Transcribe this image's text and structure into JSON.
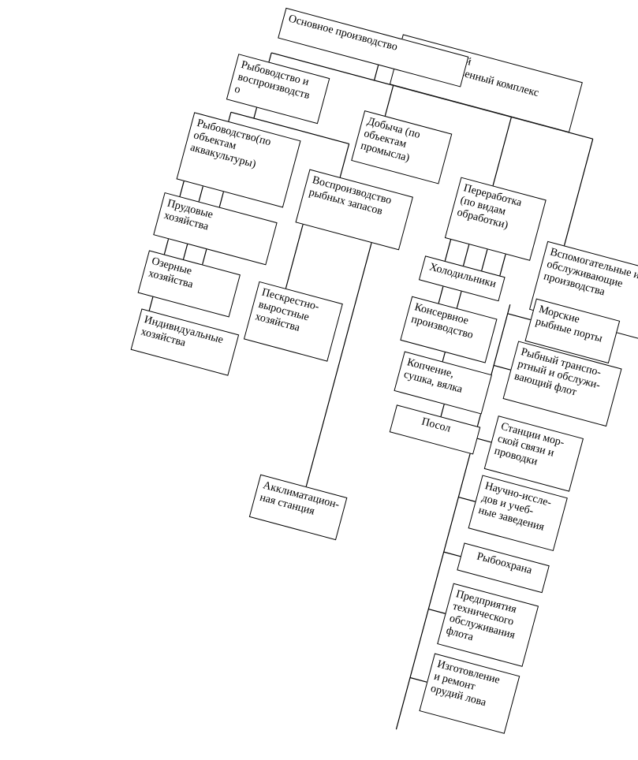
{
  "boxes": {
    "regional": "Региональный\nрыбохозяйственный комплекс",
    "main": "Основное производство",
    "fishbreeding": "Рыбоводство и\nвоспроизводств\nо",
    "catch": "Добыча (по\nобъектам\nпромысла)",
    "processing": "Переработка\n(по видам\nобработки)",
    "aux": "Вспомогательные и\nобслуживающие\nпроизводства",
    "aquaculture": "Рыбоводство(по\nобъектам\nаквакультуры)",
    "reproduction": "Воспроизводство\nрыбных запасов",
    "pond": "Прудовые\nхозяйства",
    "lake": "Озерные\nхозяйства",
    "individual": "Индивидуальные\nхозяйства",
    "spawning": "Пескрестно-\nвыростные\nхозяйства",
    "acclim": "Акклиматацион-\nная станция",
    "fridge": "Холодильники",
    "canning": "Консервное\nпроизводство",
    "smoking": "Копчение,\nсушка, вялка",
    "salting": "Посол",
    "ports": "Морские\nрыбные порты",
    "transport": "Рыбный транспо-\nртный и обслужи-\nвающий флот",
    "comm": "Станции мор-\nской связи и\nпроводки",
    "research": "Научно-иссле-\nдов и учеб-\nные заведения",
    "protection": "Рыбоохрана",
    "service": "Предприятия\nтехнического\nобслуживания\nфлота",
    "gear": "Изготовление\nи ремонт\nорудий лова"
  }
}
